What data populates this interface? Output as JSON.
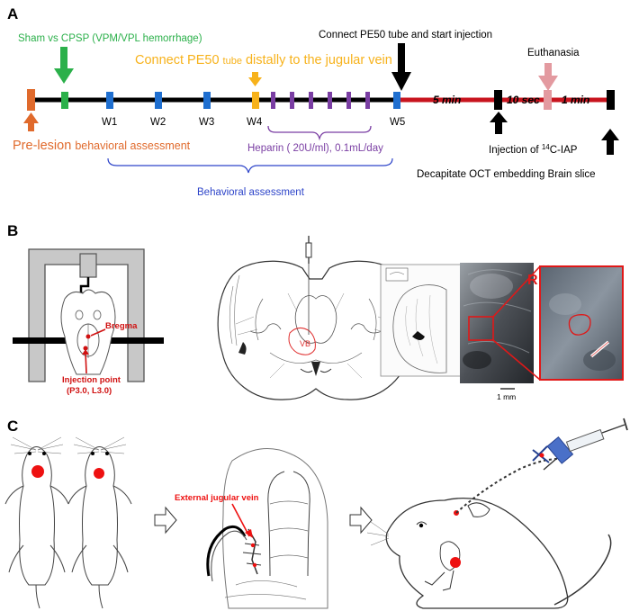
{
  "panel_a": {
    "label": "A",
    "sham_text": "Sham vs CPSP (VPM/VPL hemorrhage)",
    "connect_jugular_text_1": "Connect PE50 ",
    "connect_jugular_text_2": "tube",
    "connect_jugular_text_3": " distally to the jugular vein",
    "connect_injection_text": "Connect PE50 tube and start injection",
    "euthanasia_text": "Euthanasia",
    "week_labels": [
      "W1",
      "W2",
      "W3",
      "W4",
      "W5"
    ],
    "interval_5min": "5 min",
    "interval_10sec": "10 sec",
    "interval_1min": "1 min",
    "prelesion_text_1": "Pre-lesion ",
    "prelesion_text_2": "behavioral assessment",
    "heparin_text": "Heparin ( 20U/ml), 0.1mL/day",
    "injection_text_1": "Injection of ",
    "injection_sup": "14",
    "injection_text_2": "C-IAP",
    "decapitate_text": "Decapitate OCT embedding Brain slice",
    "behavioral_text": "Behavioral assessment",
    "colors": {
      "prelesion": "#e06a2c",
      "sham": "#2bb04a",
      "week": "#1f6fd0",
      "w4": "#f7b21b",
      "heparin": "#7a3ea3",
      "timeline_red": "#c8141e",
      "euthanasia": "#e39aa0",
      "behavioral": "#2d44c9"
    }
  },
  "panel_b": {
    "label": "B",
    "bregma": "Bregma",
    "injection_point": "Injection point",
    "coords": "(P3.0, L3.0)",
    "vb": "VB",
    "r_label": "R",
    "scale": "1 mm"
  },
  "panel_c": {
    "label": "C",
    "jugular": "External jugular vein"
  }
}
